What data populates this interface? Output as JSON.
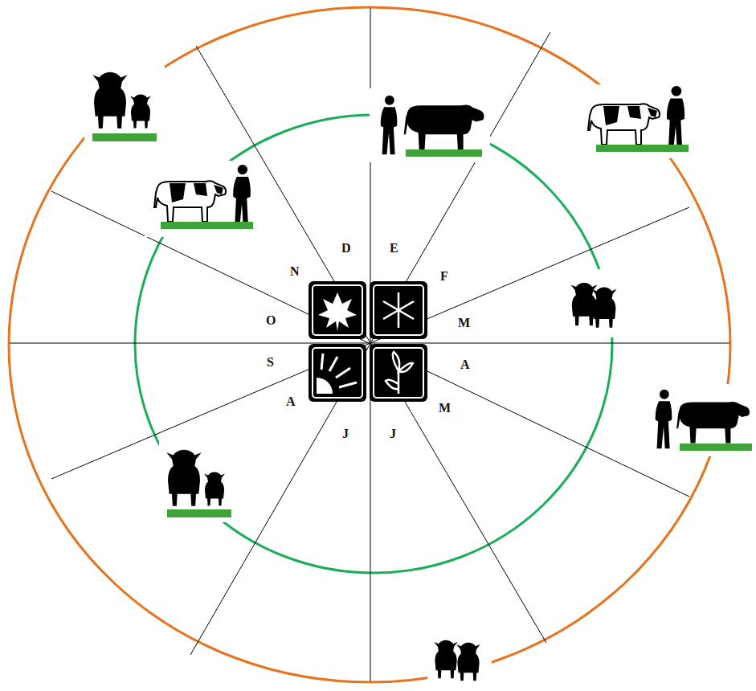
{
  "diagram": {
    "labels": [
      "D",
      "E",
      "F",
      "M",
      "A",
      "M",
      "J",
      "J",
      "A",
      "S",
      "O",
      "N"
    ]
  }
}
